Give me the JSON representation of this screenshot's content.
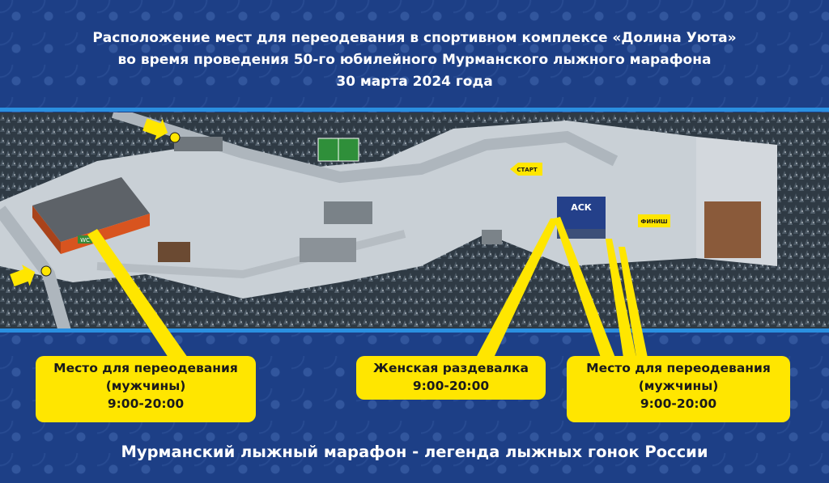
{
  "header": {
    "line1": "Расположение мест для переодевания в спортивном комплексе «Долина Уюта»",
    "line2": "во время проведения 50-го юбилейного Мурманского лыжного марафона",
    "line3": "30 марта 2024 года"
  },
  "map_labels": {
    "start": "СТАРТ",
    "ask": "АСК",
    "finish": "ФИНИШ",
    "wc": "WC"
  },
  "callouts": {
    "left": {
      "line1": "Место для переодевания",
      "line2": "(мужчины)",
      "line3": "9:00-20:00"
    },
    "middle": {
      "line1": "Женская раздевалка",
      "line2": "9:00-20:00"
    },
    "right": {
      "line1": "Место для переодевания",
      "line2": "(мужчины)",
      "line3": "9:00-20:00"
    }
  },
  "footer": {
    "text": "Мурманский лыжный марафон - легенда лыжных гонок России"
  },
  "colors": {
    "background": "#1d3f86",
    "accent_band": "#2a8fe0",
    "callout": "#ffe600",
    "text": "#ffffff"
  }
}
